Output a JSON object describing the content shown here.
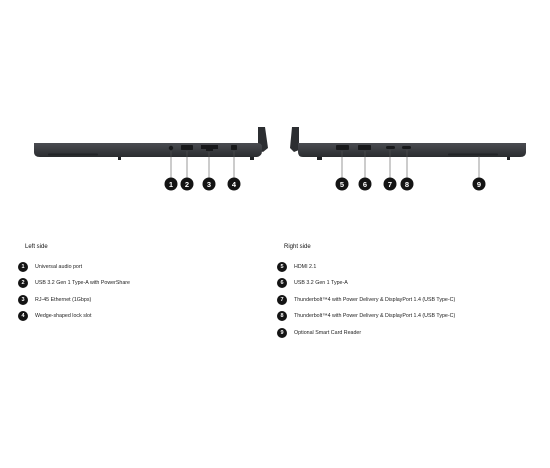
{
  "callouts": {
    "left": [
      "1",
      "2",
      "3",
      "4"
    ],
    "right": [
      "5",
      "6",
      "7",
      "8",
      "9"
    ]
  },
  "legend": {
    "left": {
      "title": "Left side",
      "items": [
        {
          "number": "1",
          "label": "Universal audio port"
        },
        {
          "number": "2",
          "label": "USB 3.2 Gen 1 Type-A with PowerShare"
        },
        {
          "number": "3",
          "label": "RJ-45 Ethernet (1Gbps)"
        },
        {
          "number": "4",
          "label": "Wedge-shaped lock slot"
        }
      ]
    },
    "right": {
      "title": "Right side",
      "items": [
        {
          "number": "5",
          "label": "HDMI 2.1"
        },
        {
          "number": "6",
          "label": "USB 3.2 Gen 1 Type-A"
        },
        {
          "number": "7",
          "label": "Thunderbolt™4 with Power Delivery & DisplayPort 1.4 (USB Type-C)"
        },
        {
          "number": "8",
          "label": "Thunderbolt™4 with Power Delivery & DisplayPort 1.4 (USB Type-C)"
        },
        {
          "number": "9",
          "label": "Optional Smart Card Reader"
        }
      ]
    }
  },
  "colors": {
    "chassis": "#3b3d41",
    "chassis_dark": "#26282b",
    "callout": "#141414",
    "leader": "#555555"
  }
}
